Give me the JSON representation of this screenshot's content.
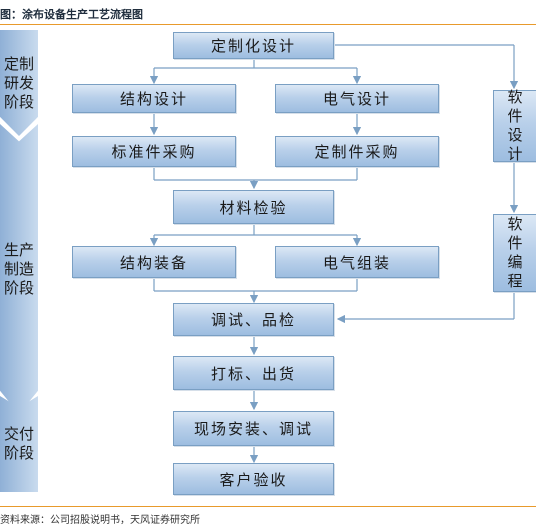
{
  "header": {
    "title": "图：涂布设备生产工艺流程图"
  },
  "footer": {
    "source": "资料来源：公司招股说明书，天风证券研究所"
  },
  "stages": {
    "dev": [
      "定制",
      "研发",
      "阶段"
    ],
    "production": [
      "生产",
      "制造",
      "阶段"
    ],
    "delivery": [
      "交付",
      "阶段"
    ]
  },
  "steps": {
    "custom_design": "定制化设计",
    "structure_design": "结构设计",
    "electrical_design": "电气设计",
    "standard_parts": "标准件采购",
    "custom_parts": "定制件采购",
    "material_inspection": "材料检验",
    "structure_assembly": "结构装备",
    "electrical_assembly": "电气组装",
    "debug_qc": "调试、品检",
    "label_ship": "打标、出货",
    "onsite_install": "现场安装、调试",
    "customer_acceptance": "客户验收",
    "software_design": [
      "软",
      "件",
      "设",
      "计"
    ],
    "software_programming": [
      "软",
      "件",
      "编",
      "程"
    ]
  },
  "colors": {
    "box_fill": "#b9d0ea",
    "box_border": "#7a9fc3",
    "connector": "#7a9fc3",
    "rule": "#e89a2c"
  }
}
